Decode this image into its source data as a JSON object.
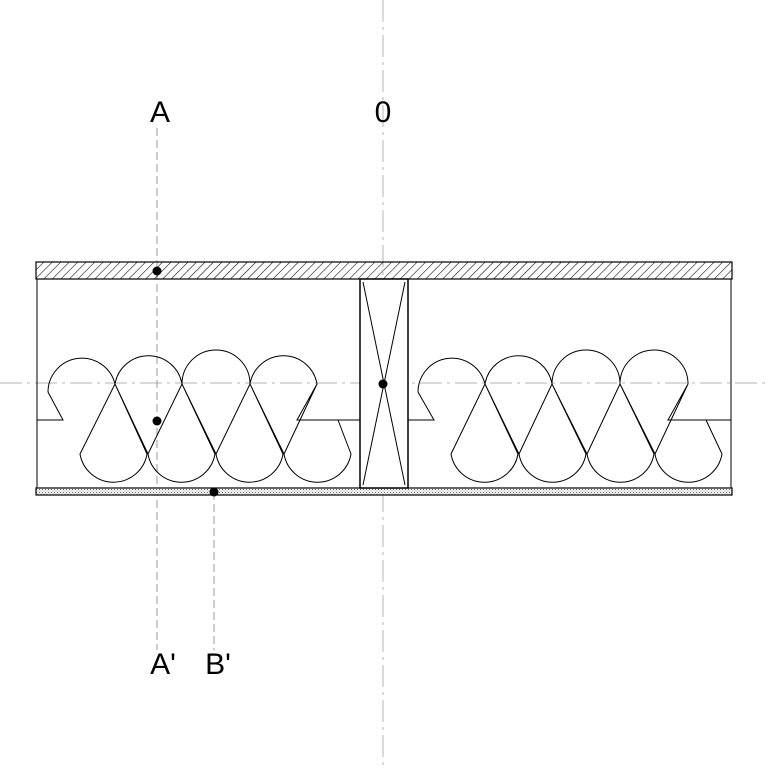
{
  "diagram": {
    "labels": {
      "a": "A",
      "zero": "0",
      "a_prime": "A'",
      "b_prime": "B'"
    },
    "colors": {
      "line": "#000000",
      "section_line": "#9a9a9a",
      "center_line": "#b4b4b4",
      "hatch": "#000000",
      "stipple": "#6a6a6a"
    }
  }
}
